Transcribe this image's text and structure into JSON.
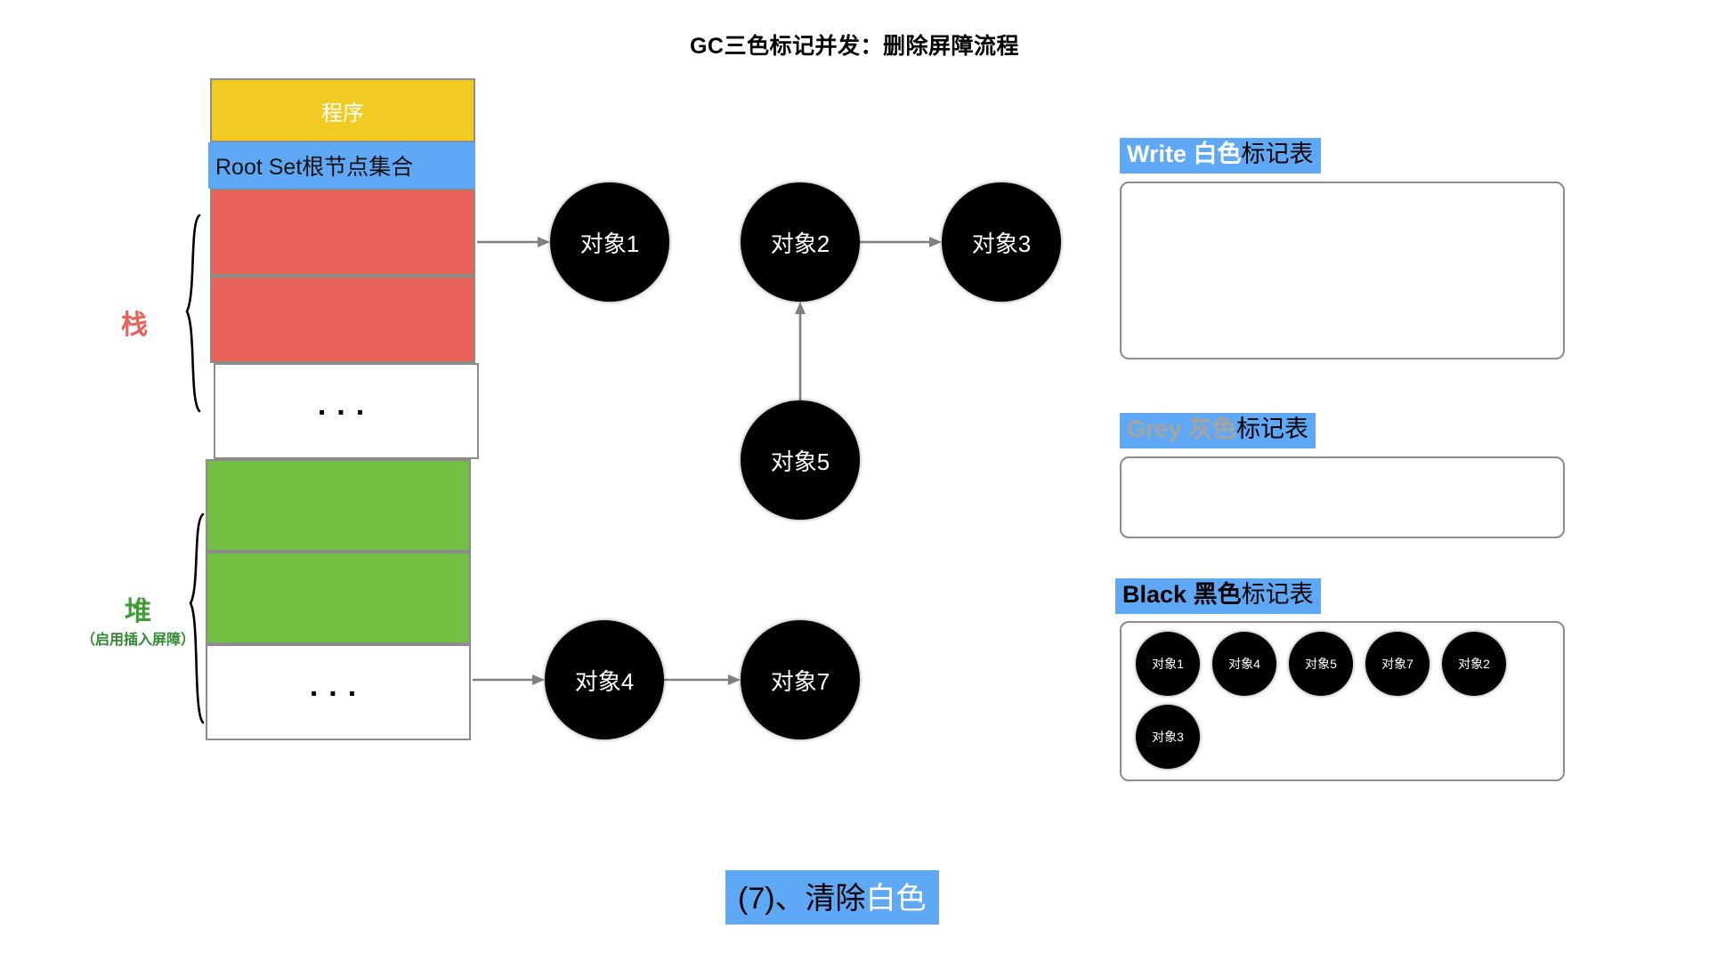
{
  "title": "GC三色标记并发：删除屏障流程",
  "memory": {
    "program_label": "程序",
    "root_set_label": "Root Set根节点集合",
    "stack_label": "栈",
    "heap_label": "堆",
    "heap_sublabel": "（启用插入屏障）",
    "ellipsis": "...",
    "colors": {
      "program": "#f2cb22",
      "root_set": "#5fa8f5",
      "stack_cell": "#e8625a",
      "heap_cell": "#72bf44",
      "empty_cell": "#ffffff",
      "border": "#8c8c8c"
    },
    "cells": [
      {
        "name": "stack-slot-1",
        "fill": "red"
      },
      {
        "name": "stack-slot-2",
        "fill": "red"
      },
      {
        "name": "stack-ellipsis",
        "fill": "white"
      },
      {
        "name": "heap-slot-1",
        "fill": "green"
      },
      {
        "name": "heap-slot-2",
        "fill": "green"
      },
      {
        "name": "heap-ellipsis",
        "fill": "white"
      }
    ]
  },
  "graph": {
    "nodes": [
      {
        "id": "obj1",
        "label": "对象1"
      },
      {
        "id": "obj2",
        "label": "对象2"
      },
      {
        "id": "obj3",
        "label": "对象3"
      },
      {
        "id": "obj5",
        "label": "对象5"
      },
      {
        "id": "obj4",
        "label": "对象4"
      },
      {
        "id": "obj7",
        "label": "对象7"
      }
    ],
    "edges": [
      {
        "from": "stack-slot-1",
        "to": "obj1"
      },
      {
        "from": "obj2",
        "to": "obj3"
      },
      {
        "from": "obj5",
        "to": "obj2"
      },
      {
        "from": "heap-slot-2",
        "to": "obj4"
      },
      {
        "from": "obj4",
        "to": "obj7"
      }
    ],
    "node_fill": "#000000",
    "node_text": "#ffffff",
    "edge_color": "#808080"
  },
  "tables": {
    "write": {
      "en": "Write",
      "cn_color": "白色",
      "cn_rest": "标记表",
      "items": []
    },
    "grey": {
      "en": "Grey",
      "cn_color": "灰色",
      "cn_rest": "标记表",
      "items": []
    },
    "black": {
      "en": "Black",
      "cn_color": "黑色",
      "cn_rest": "标记表",
      "items": [
        "对象1",
        "对象4",
        "对象5",
        "对象7",
        "对象2",
        "对象3"
      ]
    },
    "header_bg": "#5fa8f5",
    "box_border": "#8c8c8c"
  },
  "caption": {
    "prefix": "(7)、清除",
    "highlight": "白色",
    "bg": "#5fa8f5"
  }
}
